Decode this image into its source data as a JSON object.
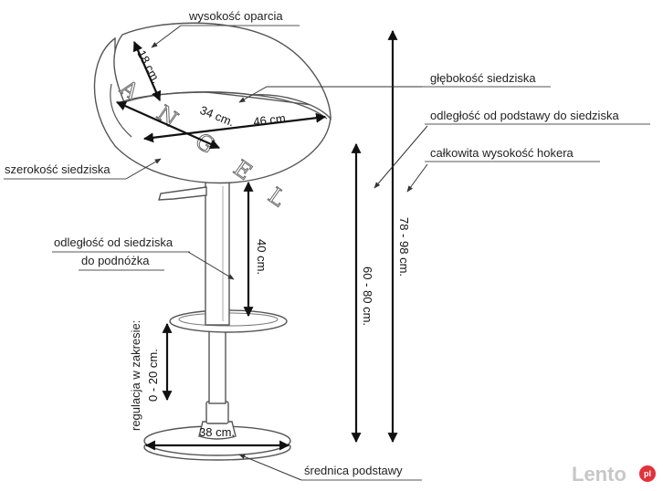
{
  "labels": {
    "backrest_height": "wysokość oparcia",
    "seat_depth": "głębokość siedziska",
    "base_to_seat": "odległość od podstawy do siedziska",
    "total_height": "całkowita wysokość hokera",
    "seat_width": "szerokość siedziska",
    "seat_to_footrest_line1": "odległość od siedziska",
    "seat_to_footrest_line2": "do podnóżka",
    "adjustment": "regulacja w zakresie:",
    "base_diameter": "średnica podstawy"
  },
  "dimensions": {
    "backrest": "18 cm.",
    "depth": "34 cm.",
    "width": "46 cm.",
    "footrest": "40 cm.",
    "seat_height": "60 - 80 cm.",
    "total": "78 - 98 cm.",
    "adjust_range": "0 - 20 cm.",
    "base": "38 cm."
  },
  "watermark": {
    "letters": [
      "A",
      "N",
      "G",
      "E",
      "L"
    ]
  },
  "branding": {
    "name": "Lento",
    "badge": "pl"
  },
  "colors": {
    "line": "#555555",
    "arrow": "#111111",
    "text": "#222222",
    "brand_grey": "#c7c7c7",
    "brand_red": "#e2323a"
  }
}
